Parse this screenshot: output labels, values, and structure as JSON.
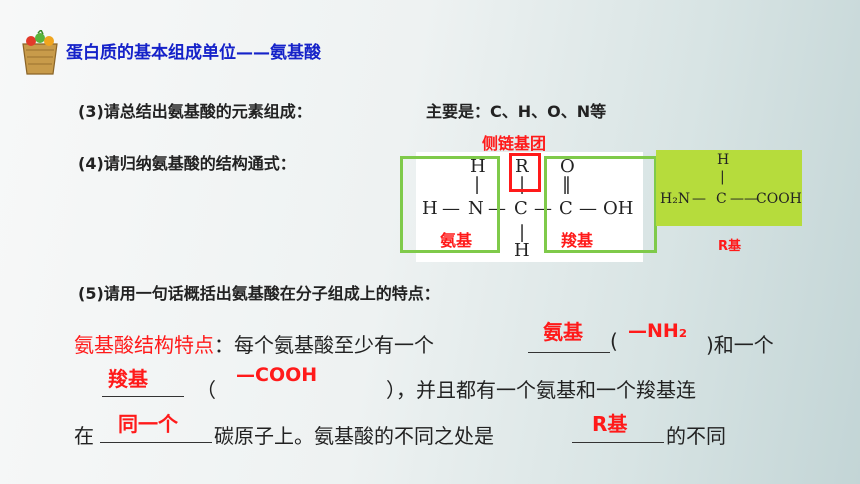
{
  "title": "蛋白质的基本组成单位——氨基酸",
  "q3": {
    "prompt": "(3)请总结出氨基酸的元素组成：",
    "answer": "主要是：C、H、O、N等"
  },
  "q4": {
    "prompt": "(4)请归纳氨基酸的结构通式：",
    "side_chain_label": "侧链基团",
    "formula": {
      "h_top": "H",
      "r": "R",
      "o": "O",
      "h_left": "H",
      "n": "N",
      "c1": "C",
      "c2": "C",
      "oh": "OH",
      "h_bottom": "H",
      "dash1": "—",
      "dash2": "—",
      "dash3": "—",
      "dash4": "—",
      "v1": "|",
      "v2": "|",
      "v3": "|",
      "dbl": "‖"
    },
    "amino_label": "氨基",
    "carboxyl_label": "羧基",
    "green_formula": {
      "h": "H",
      "h2n": "H₂N",
      "dash_a": "—",
      "c": "C",
      "dash_b": "——",
      "cooh": "COOH",
      "v": "|"
    },
    "r_group_label": "R基"
  },
  "q5": {
    "prompt": "(5)请用一句话概括出氨基酸在分子组成上的特点：",
    "lead": "氨基酸结构特点",
    "t1": "：每个氨基酸至少有一个",
    "fill1": "氨基",
    "paren1_open": "(",
    "group1": "—NH₂",
    "t2": ")和一个",
    "fill2": "羧基",
    "paren2_open": "（",
    "group2": "—COOH",
    "t3": "），并且都有一个氨基和一个羧基连",
    "t4": "在",
    "fill3": "同一个",
    "t5": "碳原子上。氨基酸的不同之处是",
    "fill4": "R基",
    "t6": "的不同"
  },
  "colors": {
    "title": "#1522c9",
    "highlight": "#ff1a1a",
    "green": "#7fca4a",
    "green_fill": "#b6dc3c"
  }
}
